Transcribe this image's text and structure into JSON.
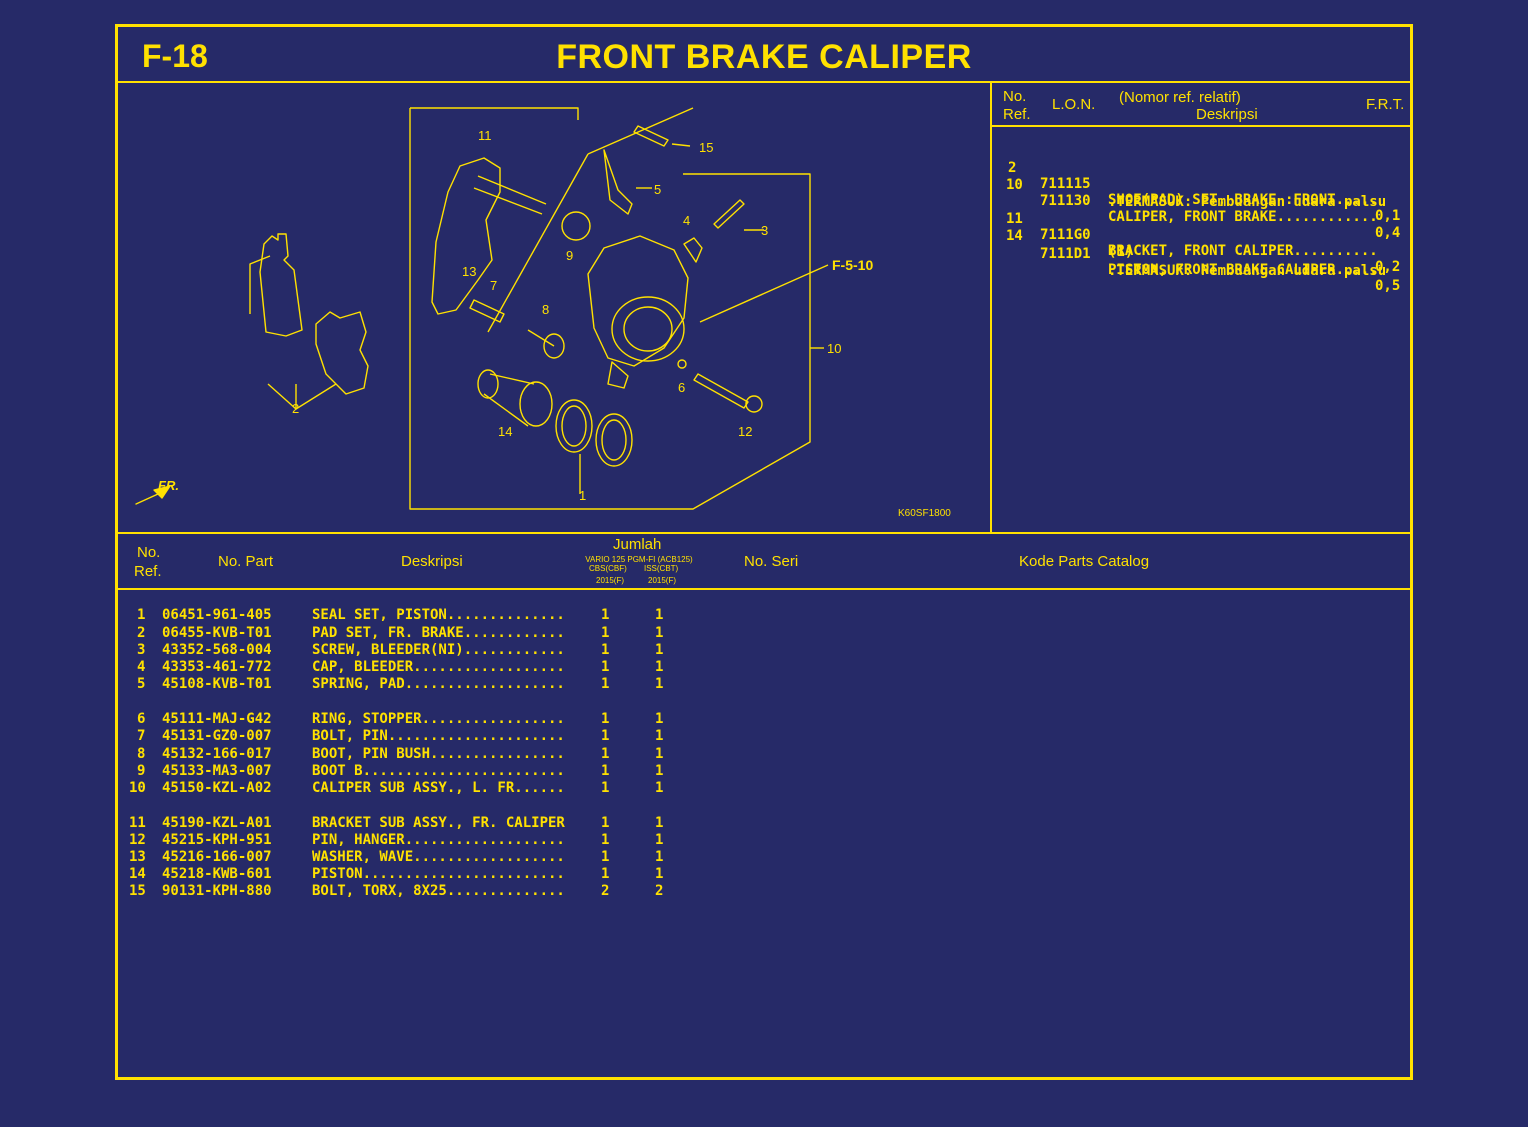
{
  "page": {
    "code": "F-18",
    "title": "FRONT BRAKE CALIPER"
  },
  "lon_table": {
    "headers": {
      "no_ref": "No.\nRef.",
      "lon": "L.O.N.",
      "nomor_ref": "(Nomor ref. relatif)",
      "deskripsi": "Deskripsi",
      "frt": "F.R.T."
    },
    "rows": [
      {
        "ref": "2",
        "lon": "711115",
        "desc": "SHOE(PAD) SET, BRAKE :FRONT.....",
        "frt": "0,1"
      },
      {
        "ref": "10",
        "lon": "711130",
        "desc": "CALIPER, FRONT BRAKE............",
        "frt": "0,4"
      },
      {
        "ref": "",
        "lon": "",
        "desc": ".TERMASUK: Pembuangan udara palsu",
        "frt": ""
      },
      {
        "ref": "11",
        "lon": "7111G0",
        "desc": "BRACKET, FRONT CALIPER..........",
        "frt": "0,2"
      },
      {
        "ref": "14",
        "lon": "",
        "desc": "(1)",
        "frt": ""
      },
      {
        "ref": "",
        "lon": "7111D1",
        "desc": "PISTON, FRONT BRAKE CALIPER.....",
        "frt": "0,5"
      },
      {
        "ref": "",
        "lon": "",
        "desc": ".TERMASUK: Pembuangan udara palsu",
        "frt": ""
      }
    ]
  },
  "diagram": {
    "drawing_code": "K60SF1800",
    "direction_label": "FR.",
    "ref_label": "F-5-10",
    "callouts": [
      "1",
      "2",
      "3",
      "4",
      "5",
      "6",
      "7",
      "8",
      "9",
      "10",
      "11",
      "12",
      "13",
      "14",
      "15"
    ]
  },
  "parts_table": {
    "headers": {
      "no_ref_1": "No.",
      "no_ref_2": "Ref.",
      "no_part": "No. Part",
      "deskripsi": "Deskripsi",
      "jumlah": "Jumlah",
      "model_1_a": "VARIO 125 PGM-FI (ACB125)",
      "model_1_b": "CBS(CBF)",
      "model_2_b": "ISS(CBT)",
      "year_1": "2015(F)",
      "year_2": "2015(F)",
      "no_seri": "No. Seri",
      "kode": "Kode Parts Catalog"
    },
    "rows": [
      {
        "ref": "1",
        "part": "06451-961-405",
        "desc": "SEAL SET, PISTON..............",
        "q1": "1",
        "q2": "1"
      },
      {
        "ref": "2",
        "part": "06455-KVB-T01",
        "desc": "PAD SET, FR. BRAKE............",
        "q1": "1",
        "q2": "1"
      },
      {
        "ref": "3",
        "part": "43352-568-004",
        "desc": "SCREW, BLEEDER(NI)............",
        "q1": "1",
        "q2": "1"
      },
      {
        "ref": "4",
        "part": "43353-461-772",
        "desc": "CAP, BLEEDER..................",
        "q1": "1",
        "q2": "1"
      },
      {
        "ref": "5",
        "part": "45108-KVB-T01",
        "desc": "SPRING, PAD...................",
        "q1": "1",
        "q2": "1"
      },
      {
        "ref": "6",
        "part": "45111-MAJ-G42",
        "desc": "RING, STOPPER.................",
        "q1": "1",
        "q2": "1"
      },
      {
        "ref": "7",
        "part": "45131-GZ0-007",
        "desc": "BOLT, PIN.....................",
        "q1": "1",
        "q2": "1"
      },
      {
        "ref": "8",
        "part": "45132-166-017",
        "desc": "BOOT, PIN BUSH................",
        "q1": "1",
        "q2": "1"
      },
      {
        "ref": "9",
        "part": "45133-MA3-007",
        "desc": "BOOT B........................",
        "q1": "1",
        "q2": "1"
      },
      {
        "ref": "10",
        "part": "45150-KZL-A02",
        "desc": "CALIPER SUB ASSY., L. FR......",
        "q1": "1",
        "q2": "1"
      },
      {
        "ref": "11",
        "part": "45190-KZL-A01",
        "desc": "BRACKET SUB ASSY., FR. CALIPER",
        "q1": "1",
        "q2": "1"
      },
      {
        "ref": "12",
        "part": "45215-KPH-951",
        "desc": "PIN, HANGER...................",
        "q1": "1",
        "q2": "1"
      },
      {
        "ref": "13",
        "part": "45216-166-007",
        "desc": "WASHER, WAVE..................",
        "q1": "1",
        "q2": "1"
      },
      {
        "ref": "14",
        "part": "45218-KWB-601",
        "desc": "PISTON........................",
        "q1": "1",
        "q2": "1"
      },
      {
        "ref": "15",
        "part": "90131-KPH-880",
        "desc": "BOLT, TORX, 8X25..............",
        "q1": "2",
        "q2": "2"
      }
    ]
  },
  "colors": {
    "background": "#262a68",
    "line": "#ffe100"
  }
}
